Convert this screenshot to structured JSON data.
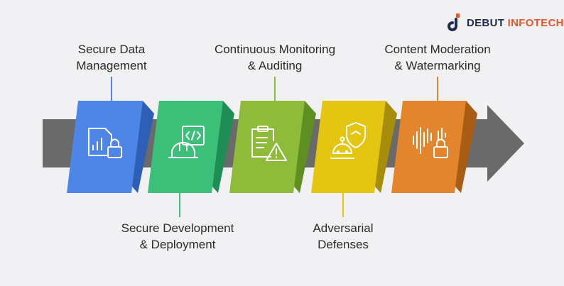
{
  "brand": {
    "word1": "DEBUT",
    "word2": "INFOTECH",
    "colors": {
      "dark": "#1f2b4c",
      "accent": "#e0592a"
    }
  },
  "steps": [
    {
      "id": "secure-data-management",
      "label_lines": [
        "Secure Data",
        "Management"
      ],
      "position": "top",
      "color": "#4d86e6",
      "icon": "document-lock-icon"
    },
    {
      "id": "secure-development-deployment",
      "label_lines": [
        "Secure Development",
        "& Deployment"
      ],
      "position": "bottom",
      "color": "#3bbf79",
      "icon": "hardhat-code-icon"
    },
    {
      "id": "continuous-monitoring-auditing",
      "label_lines": [
        "Continuous Monitoring",
        "& Auditing"
      ],
      "position": "top",
      "color": "#8ebb3a",
      "icon": "clipboard-warning-icon"
    },
    {
      "id": "adversarial-defenses",
      "label_lines": [
        "Adversarial",
        "Defenses"
      ],
      "position": "bottom",
      "color": "#e4c612",
      "icon": "robot-shield-icon"
    },
    {
      "id": "content-moderation-watermarking",
      "label_lines": [
        "Content Moderation",
        "& Watermarking"
      ],
      "position": "top",
      "color": "#e2852c",
      "icon": "waveform-lock-icon"
    }
  ],
  "arrow_color": "#6a6a6a"
}
